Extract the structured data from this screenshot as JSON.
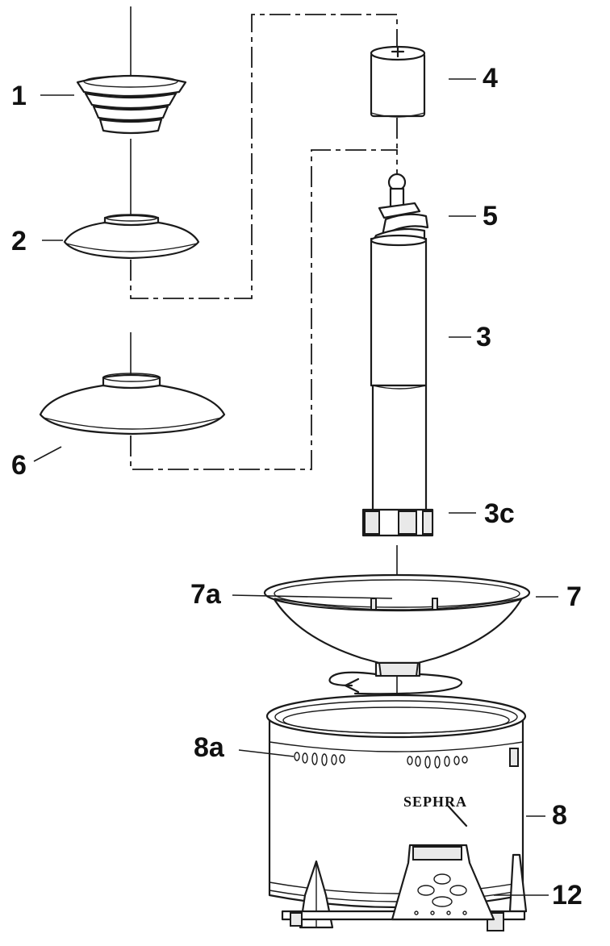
{
  "diagram": {
    "callouts": {
      "c1": "1",
      "c2": "2",
      "c3": "3",
      "c3c": "3c",
      "c4": "4",
      "c5": "5",
      "c6": "6",
      "c7": "7",
      "c7a": "7a",
      "c8": "8",
      "c8a": "8a",
      "c12": "12"
    },
    "brand_text": "SEPHRA"
  }
}
